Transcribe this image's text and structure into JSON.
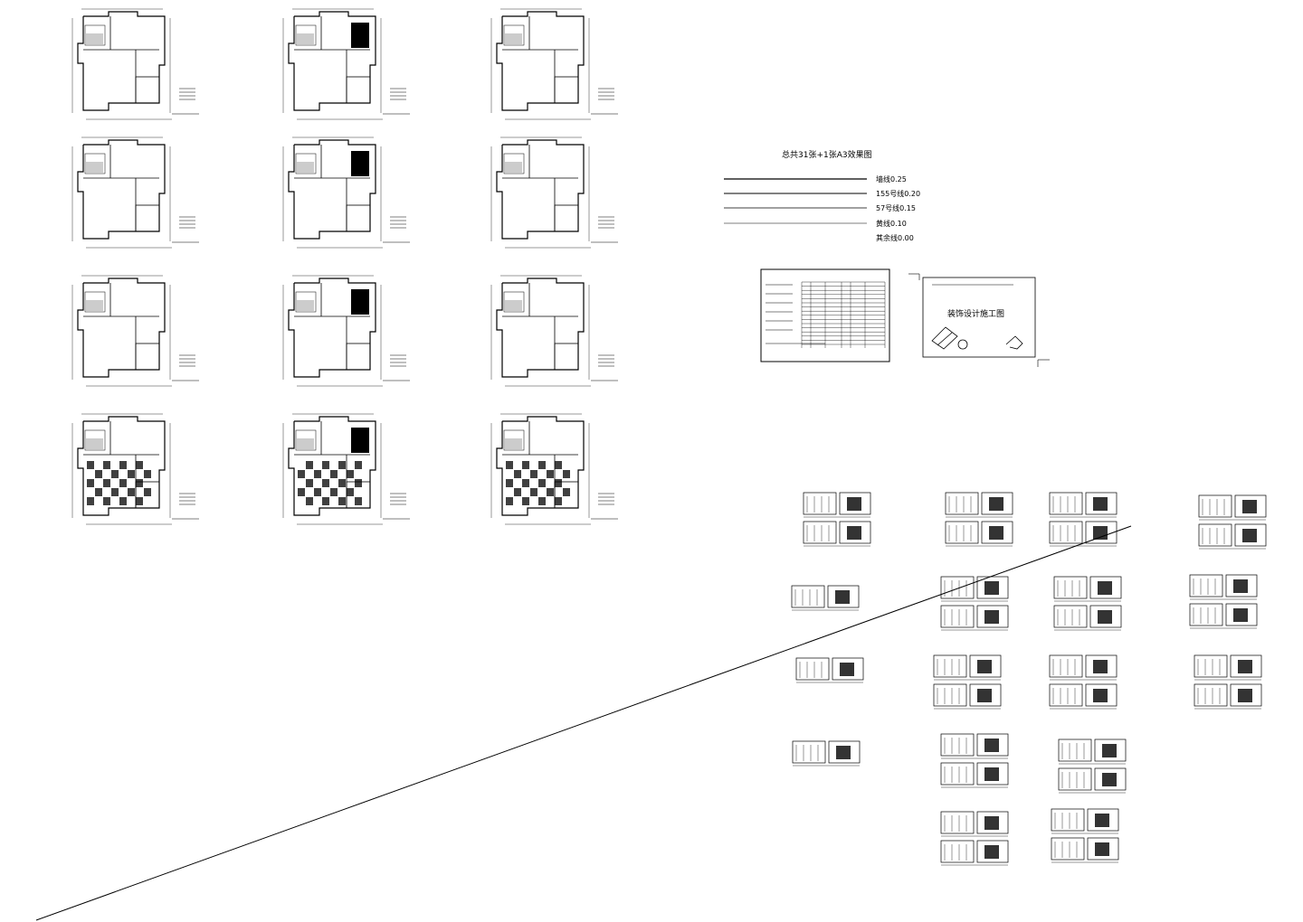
{
  "legend": {
    "title": "总共31张+1张A3效果图",
    "lines": [
      {
        "label": "墙线0.25"
      },
      {
        "label": "155号线0.20"
      },
      {
        "label": "57号线0.15"
      },
      {
        "label": "黄线0.10"
      },
      {
        "label": "其余线0.00"
      }
    ]
  },
  "cover": {
    "title": "装饰设计施工图"
  },
  "colors": {
    "ink": "#000000",
    "background": "#ffffff"
  }
}
